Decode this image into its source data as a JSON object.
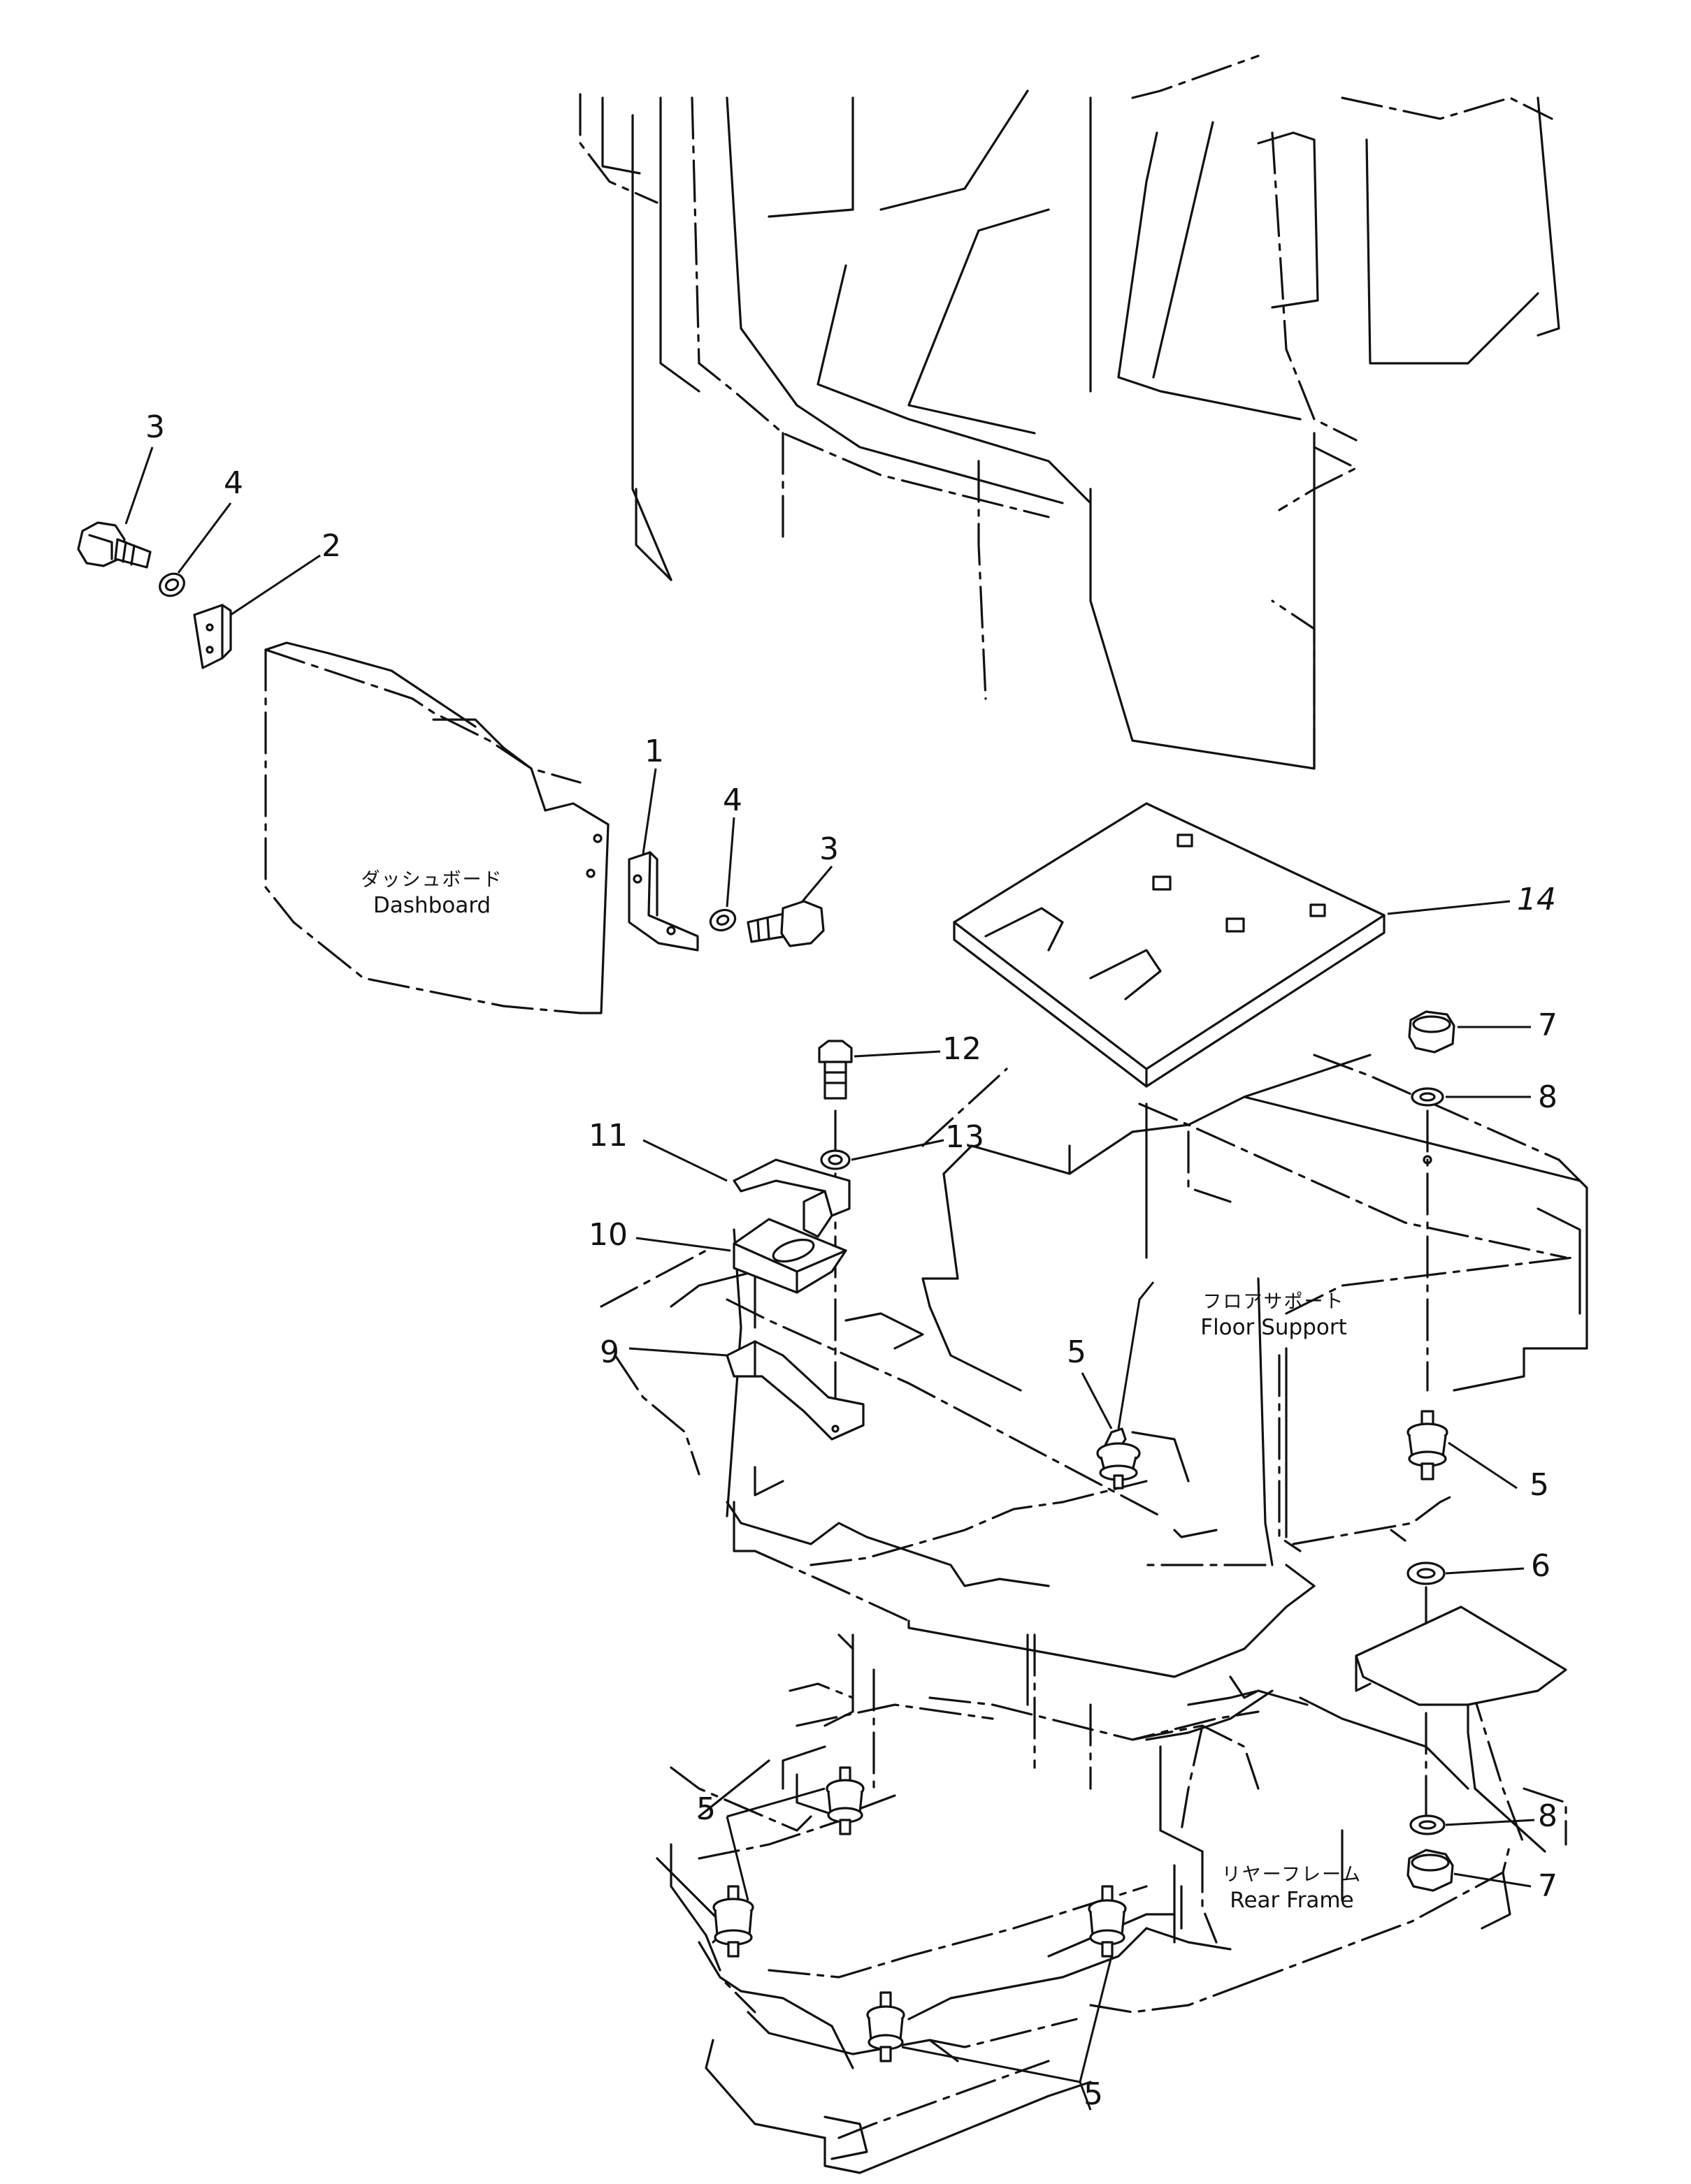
{
  "callouts": {
    "c1": "1",
    "c2": "2",
    "c3a": "3",
    "c3b": "3",
    "c4a": "4",
    "c4b": "4",
    "c5a": "5",
    "c5b": "5",
    "c5c": "5",
    "c5d": "5",
    "c6": "6",
    "c7a": "7",
    "c7b": "7",
    "c8a": "8",
    "c8b": "8",
    "c9": "9",
    "c10": "10",
    "c11": "11",
    "c12": "12",
    "c13": "13",
    "c14": "14"
  },
  "labels": {
    "dashboard_jp": "ダッシュボード",
    "dashboard_en": "Dashboard",
    "floor_support_jp": "フロアサポート",
    "floor_support_en": "Floor Support",
    "rear_frame_jp": "リヤーフレーム",
    "rear_frame_en": "Rear Frame"
  }
}
